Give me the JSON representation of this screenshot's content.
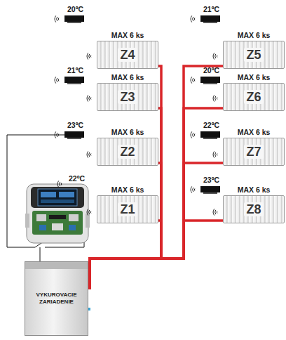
{
  "diagram": {
    "nodes": [
      {
        "text": [
          "MAX 6 ks",
          "Z4"
        ]
      },
      {
        "text": [
          "MAX 6 ks",
          "Z5"
        ]
      },
      {
        "text": [
          "MAX 6 ks",
          "Z3"
        ]
      },
      {
        "text": [
          "MAX 6 ks",
          "Z6"
        ]
      },
      {
        "text": [
          "MAX 6 ks",
          "Z2"
        ]
      },
      {
        "text": [
          "MAX 6 ks",
          "Z7"
        ]
      },
      {
        "text": [
          "MAX 6 ks",
          "Z1"
        ]
      },
      {
        "text": [
          "MAX 6 ks",
          "Z8"
        ]
      },
      {
        "text": [
          "VYKUROVACIE ZARIADENIE"
        ]
      }
    ],
    "edges": [
      {
        "from": 8,
        "to": 0,
        "arrow": "none"
      },
      {
        "from": 8,
        "to": 1,
        "arrow": "none"
      },
      {
        "from": 8,
        "to": 2,
        "arrow": "none"
      },
      {
        "from": 8,
        "to": 3,
        "arrow": "none"
      },
      {
        "from": 8,
        "to": 4,
        "arrow": "none"
      },
      {
        "from": 8,
        "to": 5,
        "arrow": "none"
      },
      {
        "from": 8,
        "to": 6,
        "arrow": "none"
      },
      {
        "from": 8,
        "to": 7,
        "arrow": "none"
      }
    ],
    "labels": [
      "20ºC",
      "21ºC",
      "21ºC",
      "20ºC",
      "23ºC",
      "22ºC",
      "22ºC",
      "23ºC"
    ]
  }
}
